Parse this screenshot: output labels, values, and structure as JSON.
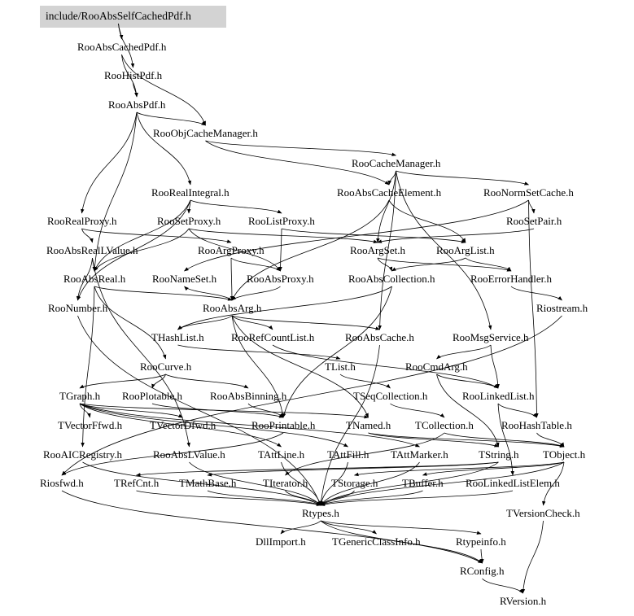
{
  "root": "include/RooAbsSelfCachedPdf.h",
  "headers": {
    "RooAbsCachedPdf": "RooAbsCachedPdf.h",
    "RooHistPdf": "RooHistPdf.h",
    "RooAbsPdf": "RooAbsPdf.h",
    "RooObjCacheManager": "RooObjCacheManager.h",
    "RooCacheManager": "RooCacheManager.h",
    "RooRealIntegral": "RooRealIntegral.h",
    "RooAbsCacheElement": "RooAbsCacheElement.h",
    "RooNormSetCache": "RooNormSetCache.h",
    "RooRealProxy": "RooRealProxy.h",
    "RooSetProxy": "RooSetProxy.h",
    "RooListProxy": "RooListProxy.h",
    "RooSetPair": "RooSetPair.h",
    "RooAbsRealLValue": "RooAbsRealLValue.h",
    "RooArgProxy": "RooArgProxy.h",
    "RooArgSet": "RooArgSet.h",
    "RooArgList": "RooArgList.h",
    "RooAbsReal": "RooAbsReal.h",
    "RooNameSet": "RooNameSet.h",
    "RooAbsProxy": "RooAbsProxy.h",
    "RooAbsCollection": "RooAbsCollection.h",
    "RooErrorHandler": "RooErrorHandler.h",
    "RooNumber": "RooNumber.h",
    "RooAbsArg": "RooAbsArg.h",
    "Riostream": "Riostream.h",
    "THashList": "THashList.h",
    "RooRefCountList": "RooRefCountList.h",
    "RooAbsCache": "RooAbsCache.h",
    "RooMsgService": "RooMsgService.h",
    "RooCurve": "RooCurve.h",
    "TList": "TList.h",
    "RooCmdArg": "RooCmdArg.h",
    "TGraph": "TGraph.h",
    "RooPlotable": "RooPlotable.h",
    "RooAbsBinning": "RooAbsBinning.h",
    "TSeqCollection": "TSeqCollection.h",
    "RooLinkedList": "RooLinkedList.h",
    "TVectorFfwd": "TVectorFfwd.h",
    "TVectorDfwd": "TVectorDfwd.h",
    "RooPrintable": "RooPrintable.h",
    "TNamed": "TNamed.h",
    "TCollection": "TCollection.h",
    "RooHashTable": "RooHashTable.h",
    "RooAICRegistry": "RooAICRegistry.h",
    "RooAbsLValue": "RooAbsLValue.h",
    "TAttLine": "TAttLine.h",
    "TAttFill": "TAttFill.h",
    "TAttMarker": "TAttMarker.h",
    "TString": "TString.h",
    "TObject": "TObject.h",
    "Riosfwd": "Riosfwd.h",
    "TRefCnt": "TRefCnt.h",
    "TMathBase": "TMathBase.h",
    "TIterator": "TIterator.h",
    "TStorage": "TStorage.h",
    "TBuffer": "TBuffer.h",
    "RooLinkedListElem": "RooLinkedListElem.h",
    "Rtypes": "Rtypes.h",
    "TVersionCheck": "TVersionCheck.h",
    "DllImport": "DllImport.h",
    "TGenericClassInfo": "TGenericClassInfo.h",
    "Rtypeinfo": "Rtypeinfo.h",
    "RConfig": "RConfig.h",
    "RVersion": "RVersion.h"
  },
  "edges": [
    [
      "root",
      "RooAbsCachedPdf"
    ],
    [
      "root",
      "RooHistPdf"
    ],
    [
      "RooAbsCachedPdf",
      "RooAbsPdf"
    ],
    [
      "RooAbsCachedPdf",
      "RooObjCacheManager"
    ],
    [
      "RooHistPdf",
      "RooAbsPdf"
    ],
    [
      "RooAbsPdf",
      "RooObjCacheManager"
    ],
    [
      "RooAbsPdf",
      "RooRealProxy"
    ],
    [
      "RooAbsPdf",
      "RooRealIntegral"
    ],
    [
      "RooAbsPdf",
      "RooAbsReal"
    ],
    [
      "RooObjCacheManager",
      "RooCacheManager"
    ],
    [
      "RooObjCacheManager",
      "RooAbsCacheElement"
    ],
    [
      "RooCacheManager",
      "RooNormSetCache"
    ],
    [
      "RooCacheManager",
      "RooAbsCacheElement"
    ],
    [
      "RooCacheManager",
      "RooAbsCache"
    ],
    [
      "RooCacheManager",
      "RooArgSet"
    ],
    [
      "RooCacheManager",
      "RooMsgService"
    ],
    [
      "RooRealIntegral",
      "RooSetProxy"
    ],
    [
      "RooRealIntegral",
      "RooListProxy"
    ],
    [
      "RooRealIntegral",
      "RooAbsReal"
    ],
    [
      "RooRealIntegral",
      "RooNumber"
    ],
    [
      "RooAbsCacheElement",
      "RooAbsArg"
    ],
    [
      "RooAbsCacheElement",
      "RooArgList"
    ],
    [
      "RooNormSetCache",
      "RooSetPair"
    ],
    [
      "RooNormSetCache",
      "RooHashTable"
    ],
    [
      "RooNormSetCache",
      "RooNameSet"
    ],
    [
      "RooRealProxy",
      "RooArgProxy"
    ],
    [
      "RooRealProxy",
      "RooAbsRealLValue"
    ],
    [
      "RooSetProxy",
      "RooArgSet"
    ],
    [
      "RooSetProxy",
      "RooAbsProxy"
    ],
    [
      "RooSetProxy",
      "RooAbsReal"
    ],
    [
      "RooListProxy",
      "RooArgList"
    ],
    [
      "RooListProxy",
      "RooAbsProxy"
    ],
    [
      "RooSetPair",
      "RooArgSet"
    ],
    [
      "RooAbsRealLValue",
      "RooAbsReal"
    ],
    [
      "RooAbsRealLValue",
      "RooAbsLValue"
    ],
    [
      "RooAbsRealLValue",
      "RooNumber"
    ],
    [
      "RooArgProxy",
      "RooAbsProxy"
    ],
    [
      "RooArgProxy",
      "RooAbsArg"
    ],
    [
      "RooArgSet",
      "RooAbsCollection"
    ],
    [
      "RooArgSet",
      "RooErrorHandler"
    ],
    [
      "RooArgList",
      "RooAbsCollection"
    ],
    [
      "RooArgList",
      "RooErrorHandler"
    ],
    [
      "RooAbsReal",
      "RooAbsArg"
    ],
    [
      "RooAbsReal",
      "RooCurve"
    ],
    [
      "RooAbsReal",
      "RooAICRegistry"
    ],
    [
      "RooAbsProxy",
      "RooAbsArg"
    ],
    [
      "RooAbsCollection",
      "THashList"
    ],
    [
      "RooAbsCollection",
      "RooPrintable"
    ],
    [
      "RooErrorHandler",
      "Riostream"
    ],
    [
      "RooNumber",
      "Rtypes"
    ],
    [
      "RooAbsArg",
      "THashList"
    ],
    [
      "RooAbsArg",
      "RooRefCountList"
    ],
    [
      "RooAbsArg",
      "RooAbsCache"
    ],
    [
      "RooAbsArg",
      "RooNameSet"
    ],
    [
      "RooAbsArg",
      "RooPrintable"
    ],
    [
      "RooAbsArg",
      "TNamed"
    ],
    [
      "Riostream",
      "Riosfwd"
    ],
    [
      "THashList",
      "TList"
    ],
    [
      "RooRefCountList",
      "RooLinkedList"
    ],
    [
      "RooAbsCache",
      "Rtypes"
    ],
    [
      "RooMsgService",
      "RooCmdArg"
    ],
    [
      "RooMsgService",
      "RooLinkedList"
    ],
    [
      "RooCurve",
      "TGraph"
    ],
    [
      "RooCurve",
      "RooPlotable"
    ],
    [
      "RooCurve",
      "RooAbsBinning"
    ],
    [
      "TList",
      "TSeqCollection"
    ],
    [
      "RooCmdArg",
      "RooLinkedList"
    ],
    [
      "RooCmdArg",
      "TString"
    ],
    [
      "TGraph",
      "TNamed"
    ],
    [
      "TGraph",
      "TAttLine"
    ],
    [
      "TGraph",
      "TAttFill"
    ],
    [
      "TGraph",
      "TAttMarker"
    ],
    [
      "TGraph",
      "TVectorFfwd"
    ],
    [
      "TGraph",
      "TVectorDfwd"
    ],
    [
      "RooPlotable",
      "RooPrintable"
    ],
    [
      "RooAbsBinning",
      "RooPrintable"
    ],
    [
      "TSeqCollection",
      "TCollection"
    ],
    [
      "RooLinkedList",
      "RooHashTable"
    ],
    [
      "RooLinkedList",
      "RooLinkedListElem"
    ],
    [
      "RooPrintable",
      "Riosfwd"
    ],
    [
      "TNamed",
      "TString"
    ],
    [
      "TNamed",
      "TObject"
    ],
    [
      "TCollection",
      "TObject"
    ],
    [
      "TCollection",
      "TIterator"
    ],
    [
      "RooHashTable",
      "TObject"
    ],
    [
      "RooAICRegistry",
      "Rtypes"
    ],
    [
      "RooAbsLValue",
      "Rtypes"
    ],
    [
      "TAttLine",
      "Rtypes"
    ],
    [
      "TAttFill",
      "Rtypes"
    ],
    [
      "TAttMarker",
      "Rtypes"
    ],
    [
      "TString",
      "TRefCnt"
    ],
    [
      "TString",
      "TMathBase"
    ],
    [
      "TString",
      "Rtypes"
    ],
    [
      "TObject",
      "TStorage"
    ],
    [
      "TObject",
      "TBuffer"
    ],
    [
      "TObject",
      "TVersionCheck"
    ],
    [
      "TObject",
      "Rtypes"
    ],
    [
      "Riosfwd",
      "RConfig"
    ],
    [
      "TRefCnt",
      "Rtypes"
    ],
    [
      "TMathBase",
      "Rtypes"
    ],
    [
      "TIterator",
      "Rtypes"
    ],
    [
      "TStorage",
      "Rtypes"
    ],
    [
      "TBuffer",
      "Rtypes"
    ],
    [
      "RooLinkedListElem",
      "Rtypes"
    ],
    [
      "TVersionCheck",
      "RVersion"
    ],
    [
      "Rtypes",
      "DllImport"
    ],
    [
      "Rtypes",
      "TGenericClassInfo"
    ],
    [
      "Rtypes",
      "Rtypeinfo"
    ],
    [
      "Rtypes",
      "RConfig"
    ],
    [
      "Rtypeinfo",
      "RConfig"
    ],
    [
      "RConfig",
      "RVersion"
    ]
  ]
}
